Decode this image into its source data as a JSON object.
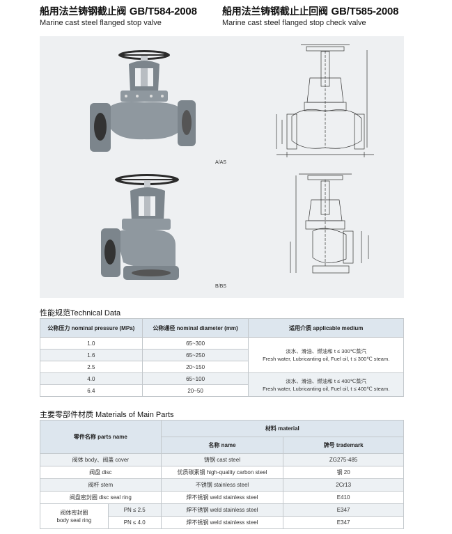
{
  "left_title": {
    "cn": "船用法兰铸钢截止阀",
    "standard": "GB/T584-2008",
    "en": "Marine cast steel flanged stop valve"
  },
  "right_title": {
    "cn": "船用法兰铸钢截止止回阀",
    "standard": "GB/T585-2008",
    "en": "Marine cast steel flanged stop check valve"
  },
  "figure": {
    "label_a": "A/AS",
    "label_b": "B/BS",
    "colors": {
      "body": "#8f989f",
      "handwheel": "#2b2b2b",
      "background": "#eef0f2"
    }
  },
  "technical": {
    "section_title": "性能规范Technical Data",
    "headers": [
      "公称压力 nominal pressure (MPa)",
      "公称通径 nominal diameter (mm)",
      "适用介质  applicable medium"
    ],
    "rows": [
      {
        "pressure": "1.0",
        "diameter": "65~300"
      },
      {
        "pressure": "1.6",
        "diameter": "65~250"
      },
      {
        "pressure": "2.5",
        "diameter": "20~150"
      },
      {
        "pressure": "4.0",
        "diameter": "65~100"
      },
      {
        "pressure": "6.4",
        "diameter": "20~50"
      }
    ],
    "medium_1": {
      "cn": "淡水、滑油、燃油和 t ≤ 300℃蒸汽",
      "en": "Fresh water, Lubricanting oil, Fuel oil, t ≤ 300℃ steam."
    },
    "medium_2": {
      "cn": "淡水、滑油、燃油和 t ≤ 400℃蒸汽",
      "en": "Fresh water, Lubricanting oil, Fuel oil, t ≤ 400℃ steam."
    }
  },
  "materials": {
    "section_title": "主要零部件材质 Materials of Main Parts",
    "header_part": "零件名称 parts name",
    "header_material": "材料 material",
    "header_name": "名称 name",
    "header_trademark": "牌号 trademark",
    "rows": [
      {
        "part": "阀体 body、阀盖 cover",
        "name": "铸钢 cast steel",
        "trademark": "ZG275-485"
      },
      {
        "part": "阀盘 disc",
        "name": "优质碳素钢 high-quality carbon steel",
        "trademark": "钢 20"
      },
      {
        "part": "阀杆 stem",
        "name": "不锈钢 stainless steel",
        "trademark": "2Cr13"
      },
      {
        "part": "阀盘密封圈 disc seal ring",
        "name": "焊不锈钢 weld stainless steel",
        "trademark": "E410"
      }
    ],
    "body_seal": {
      "part_cn": "阀体密封圈",
      "part_en": "body seal ring",
      "sub": [
        {
          "pn": "PN ≤ 2.5",
          "name": "焊不锈钢 weld stainless steel",
          "trademark": "E347"
        },
        {
          "pn": "PN ≤ 4.0",
          "name": "焊不锈钢 weld stainless steel",
          "trademark": "E347"
        }
      ]
    }
  }
}
